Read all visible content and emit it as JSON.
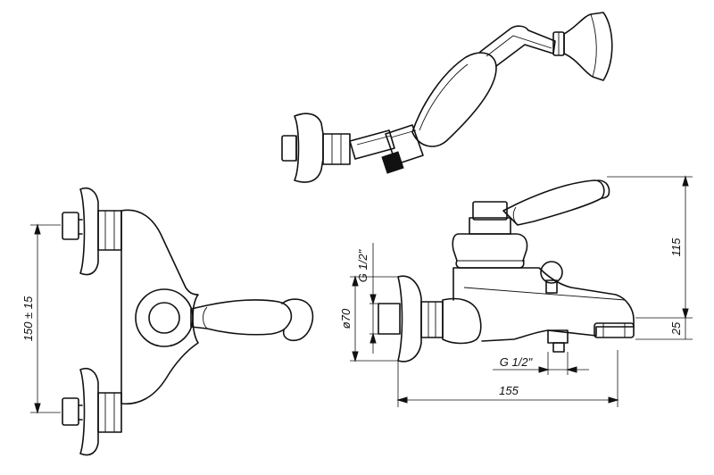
{
  "dimensions": {
    "height_150": "150 ± 15",
    "diameter_70": "ø70",
    "thread_top": "G 1/2\"",
    "thread_bottom": "G 1/2\"",
    "length_155": "155",
    "height_115": "115",
    "height_25": "25"
  },
  "colors": {
    "line": "#111111",
    "background": "#ffffff"
  }
}
